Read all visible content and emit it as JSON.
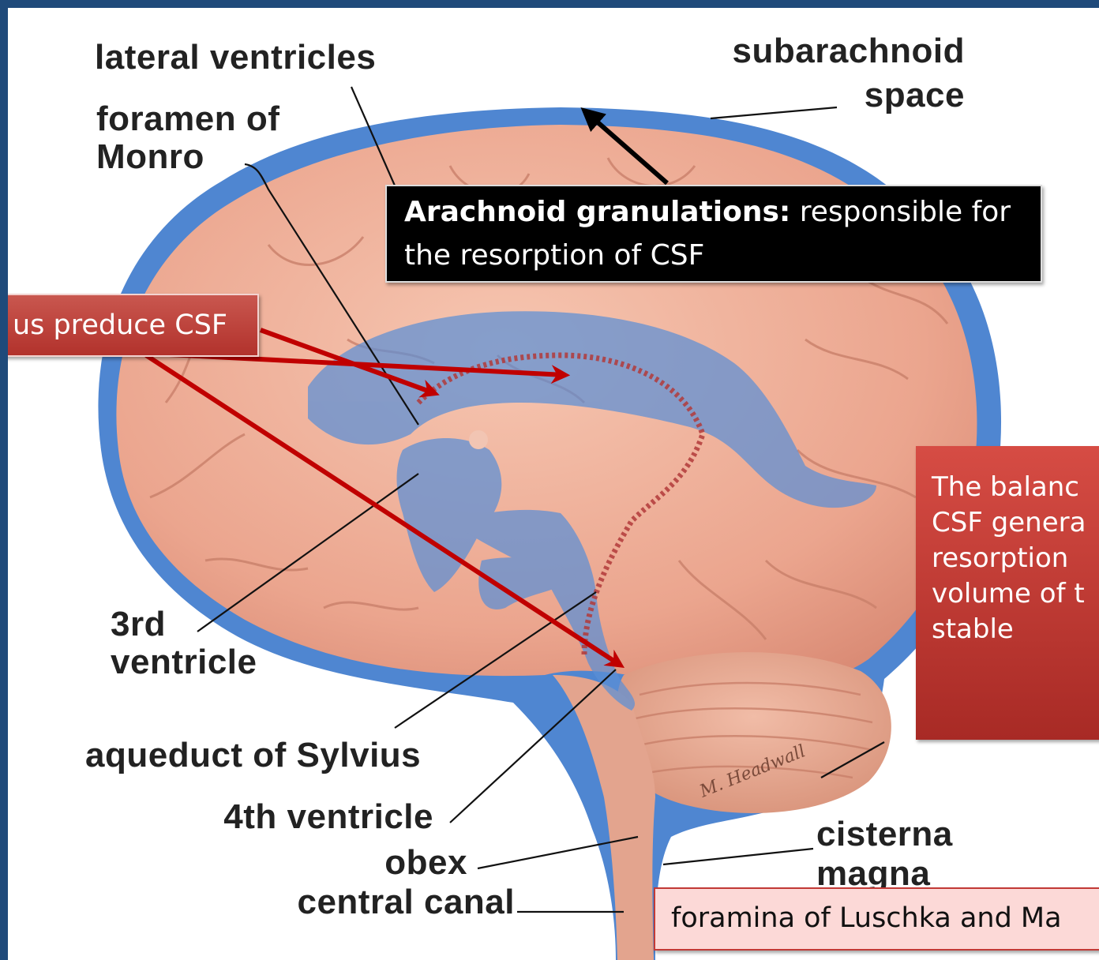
{
  "labels": {
    "lateral_ventricles": "lateral ventricles",
    "foramen_of": "foramen of",
    "monro": "Monro",
    "subarachnoid": "subarachnoid",
    "space": "space",
    "third": "3rd",
    "ventricle": "ventricle",
    "aqueduct": "aqueduct of Sylvius",
    "fourth_ventricle": "4th ventricle",
    "obex": "obex",
    "central_canal": "central canal",
    "cisterna": "cisterna",
    "magna": "magna"
  },
  "callouts": {
    "arachnoid_title": "Arachnoid granulations:",
    "arachnoid_text": " responsible for the resorption of CSF",
    "plexus_text": "us preduce CSF",
    "balance_text": "The balanc CSF genera resorption volume of t stable",
    "foramina_text": "foramina of Luschka and Ma"
  },
  "signature": "M. Headwall",
  "colors": {
    "frame": "#1f4a7a",
    "csf_blue": "#4f86d1",
    "brain_pink": "#efae97",
    "callout_red": "#b2322c",
    "arrow_red": "#c00000"
  }
}
